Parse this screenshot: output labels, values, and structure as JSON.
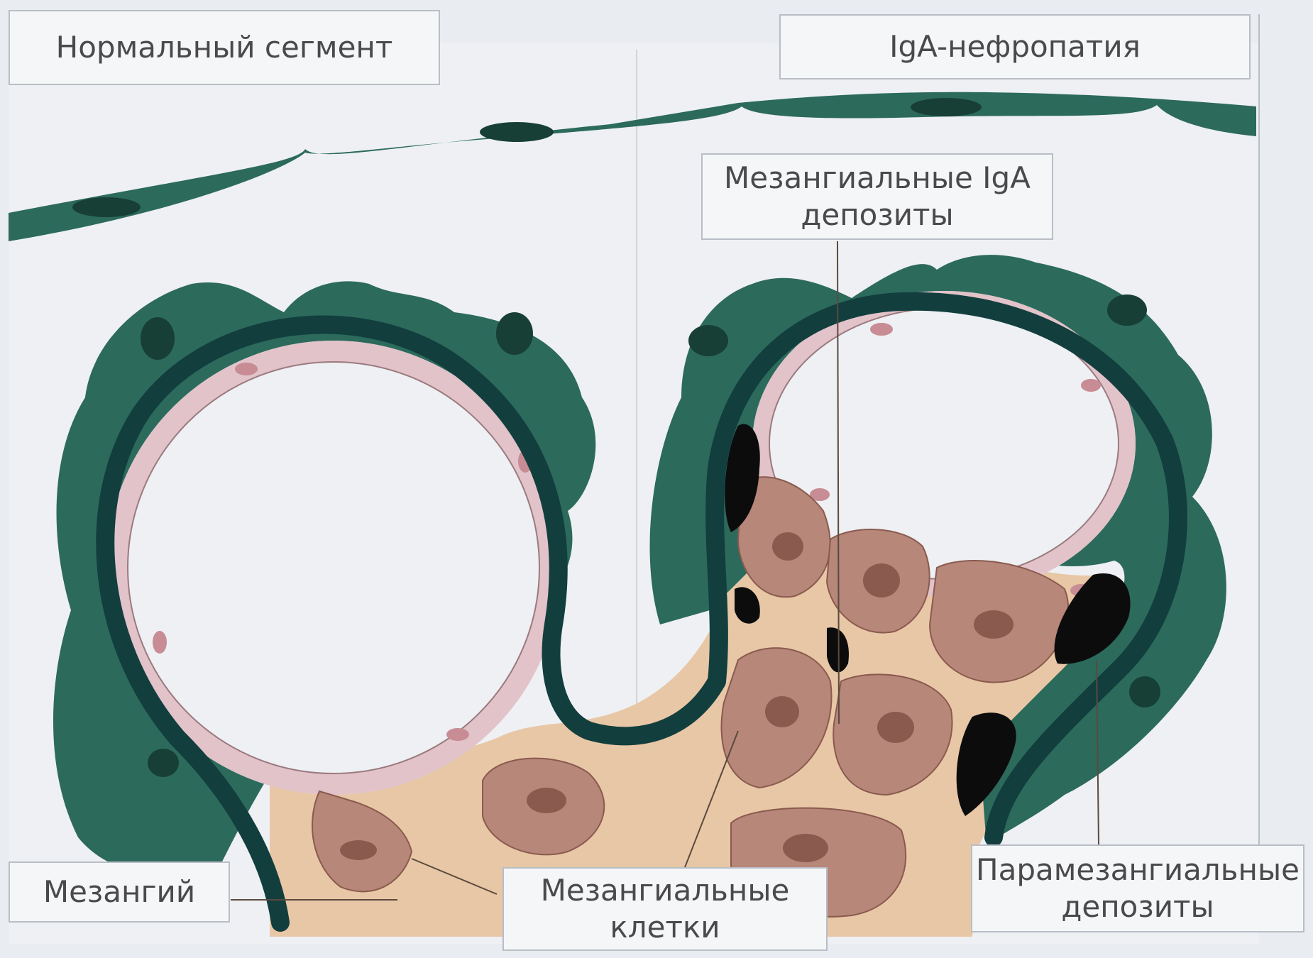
{
  "labels": {
    "normal_segment": "Нормальный сегмент",
    "iga_nephropathy": "IgA-нефропатия",
    "mesangial_iga_deposits": [
      "Мезангиальные IgA",
      "депозиты"
    ],
    "mesangium": "Мезангий",
    "mesangial_cells": [
      "Мезангиальные",
      "клетки"
    ],
    "paramesangial_deposits": [
      "Парамезангиальные",
      "депозиты"
    ]
  },
  "colors": {
    "background": "#e9ecf0",
    "podocyte": "#2c6a5c",
    "podocyte_nucleus": "#173f36",
    "basement_membrane": "#123e3e",
    "endothelium": "#e2c3c9",
    "mesangial_matrix": "#e8c7a6",
    "mesangial_cell": "#b7877a",
    "mesangial_nucleus": "#8a5a4e",
    "deposit": "#0c0c0c"
  }
}
